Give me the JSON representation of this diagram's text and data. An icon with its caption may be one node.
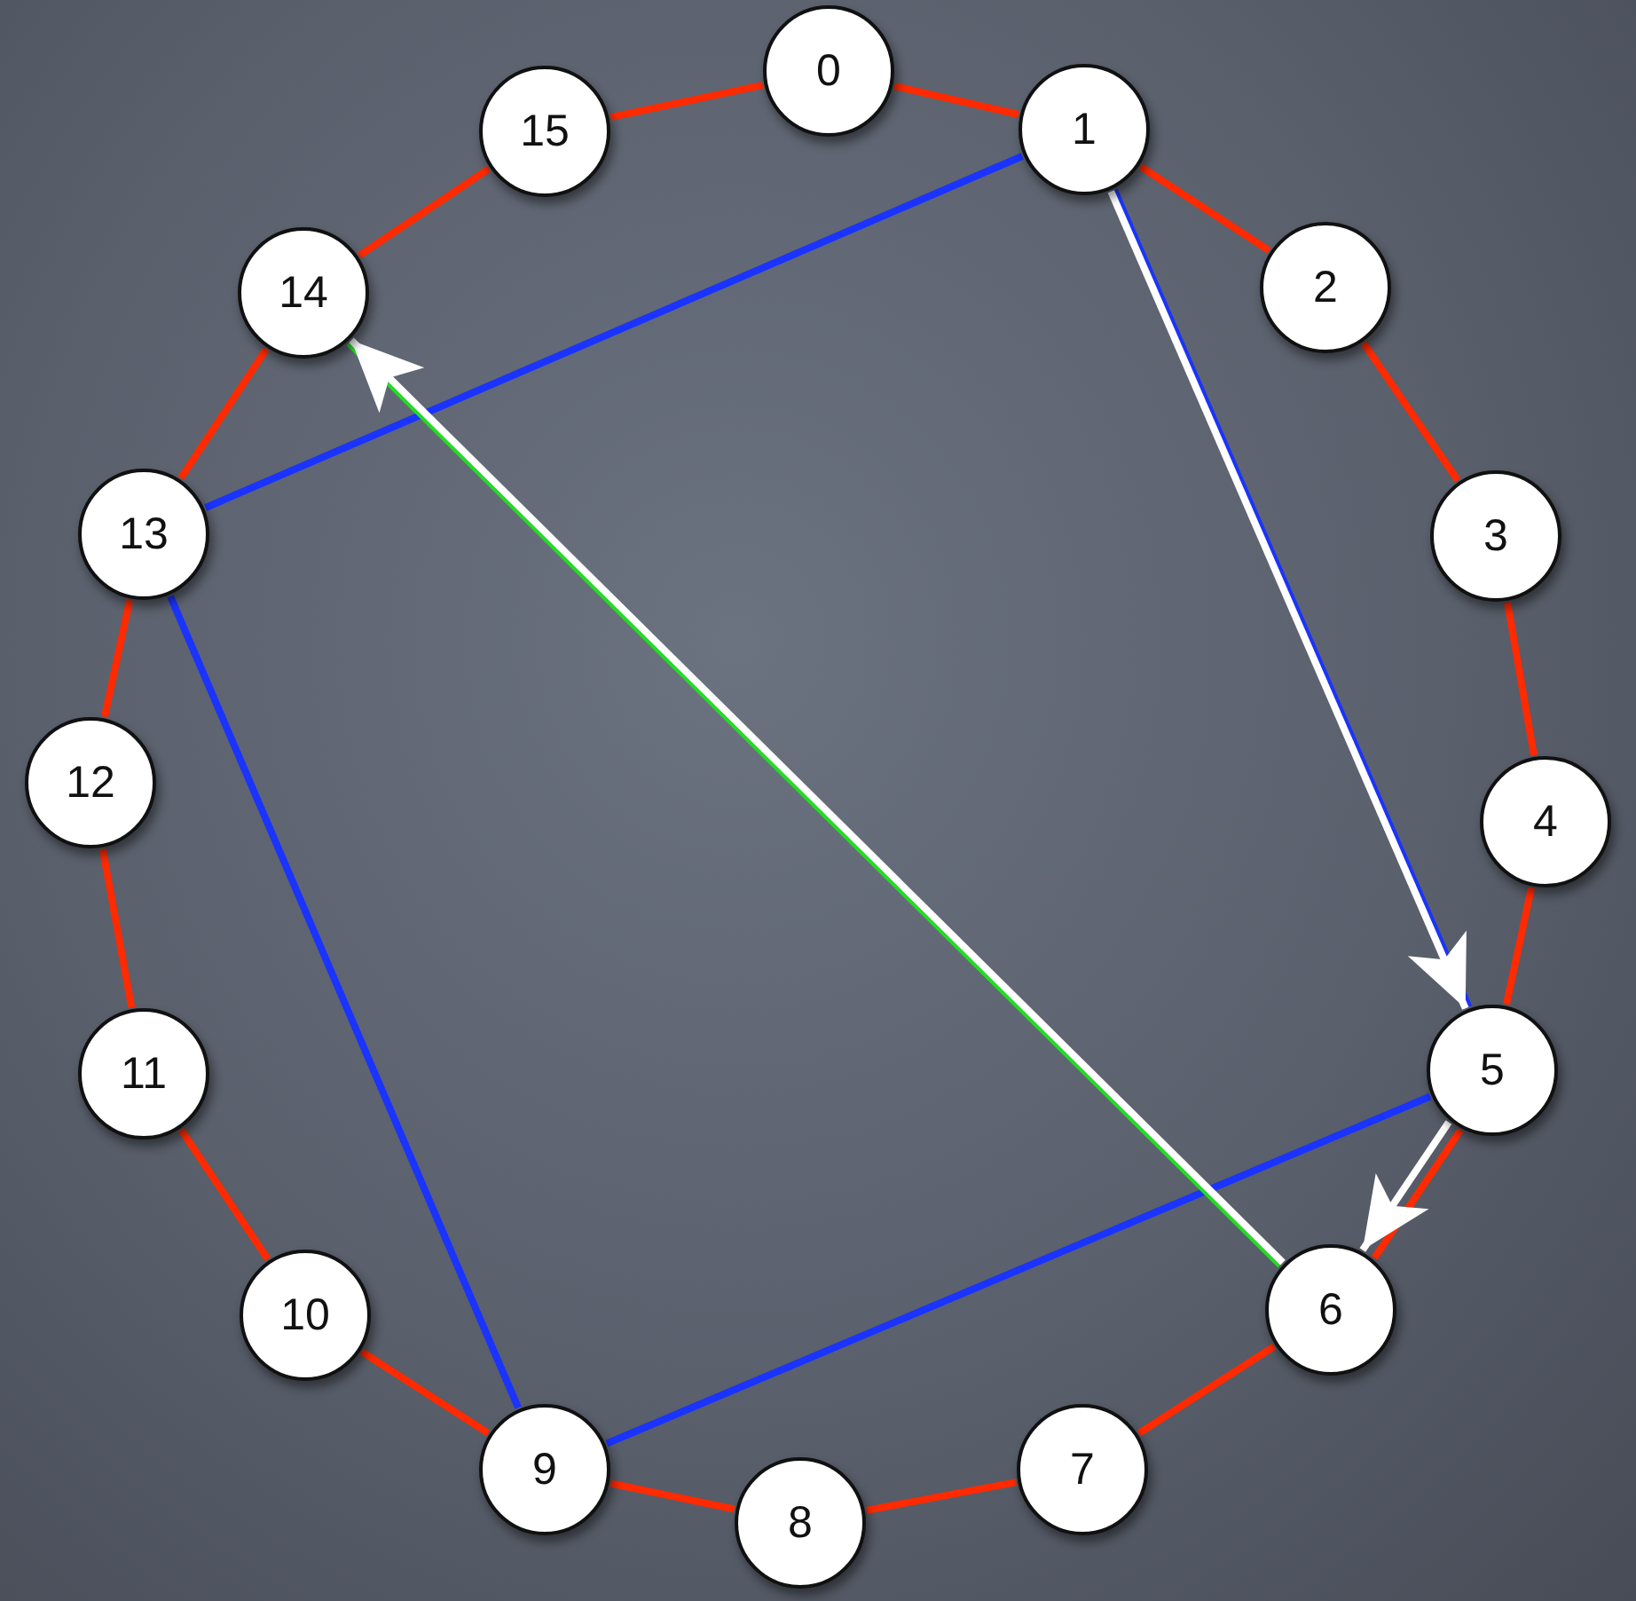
{
  "diagram": {
    "nodes": [
      {
        "text": [
          "0"
        ]
      },
      {
        "text": [
          "1"
        ]
      },
      {
        "text": [
          "2"
        ]
      },
      {
        "text": [
          "3"
        ]
      },
      {
        "text": [
          "4"
        ]
      },
      {
        "text": [
          "5"
        ]
      },
      {
        "text": [
          "6"
        ]
      },
      {
        "text": [
          "7"
        ]
      },
      {
        "text": [
          "8"
        ]
      },
      {
        "text": [
          "9"
        ]
      },
      {
        "text": [
          "10"
        ]
      },
      {
        "text": [
          "11"
        ]
      },
      {
        "text": [
          "12"
        ]
      },
      {
        "text": [
          "13"
        ]
      },
      {
        "text": [
          "14"
        ]
      },
      {
        "text": [
          "15"
        ]
      }
    ],
    "edges": [
      {
        "from": 0,
        "to": 1,
        "arrow": "none"
      },
      {
        "from": 1,
        "to": 2,
        "arrow": "none"
      },
      {
        "from": 2,
        "to": 3,
        "arrow": "none"
      },
      {
        "from": 3,
        "to": 4,
        "arrow": "none"
      },
      {
        "from": 4,
        "to": 5,
        "arrow": "none"
      },
      {
        "from": 5,
        "to": 6,
        "arrow": "none"
      },
      {
        "from": 6,
        "to": 7,
        "arrow": "none"
      },
      {
        "from": 7,
        "to": 8,
        "arrow": "none"
      },
      {
        "from": 8,
        "to": 9,
        "arrow": "none"
      },
      {
        "from": 9,
        "to": 10,
        "arrow": "none"
      },
      {
        "from": 10,
        "to": 11,
        "arrow": "none"
      },
      {
        "from": 11,
        "to": 12,
        "arrow": "none"
      },
      {
        "from": 12,
        "to": 13,
        "arrow": "none"
      },
      {
        "from": 13,
        "to": 14,
        "arrow": "none"
      },
      {
        "from": 14,
        "to": 15,
        "arrow": "none"
      },
      {
        "from": 15,
        "to": 0,
        "arrow": "none"
      },
      {
        "from": 1,
        "to": 13,
        "arrow": "none",
        "color": "#1a33ff"
      },
      {
        "from": 13,
        "to": 9,
        "arrow": "none",
        "color": "#1a33ff"
      },
      {
        "from": 9,
        "to": 5,
        "arrow": "none",
        "color": "#1a33ff"
      },
      {
        "from": 1,
        "to": 5,
        "arrow": "none",
        "color": "#1a33ff"
      },
      {
        "from": 6,
        "to": 14,
        "arrow": "none",
        "color": "#22dd22"
      },
      {
        "from": 1,
        "to": 5,
        "arrow": "to",
        "color": "#ffffff"
      },
      {
        "from": 5,
        "to": 6,
        "arrow": "to",
        "color": "#ffffff"
      },
      {
        "from": 6,
        "to": 14,
        "arrow": "to",
        "color": "#ffffff"
      }
    ]
  }
}
